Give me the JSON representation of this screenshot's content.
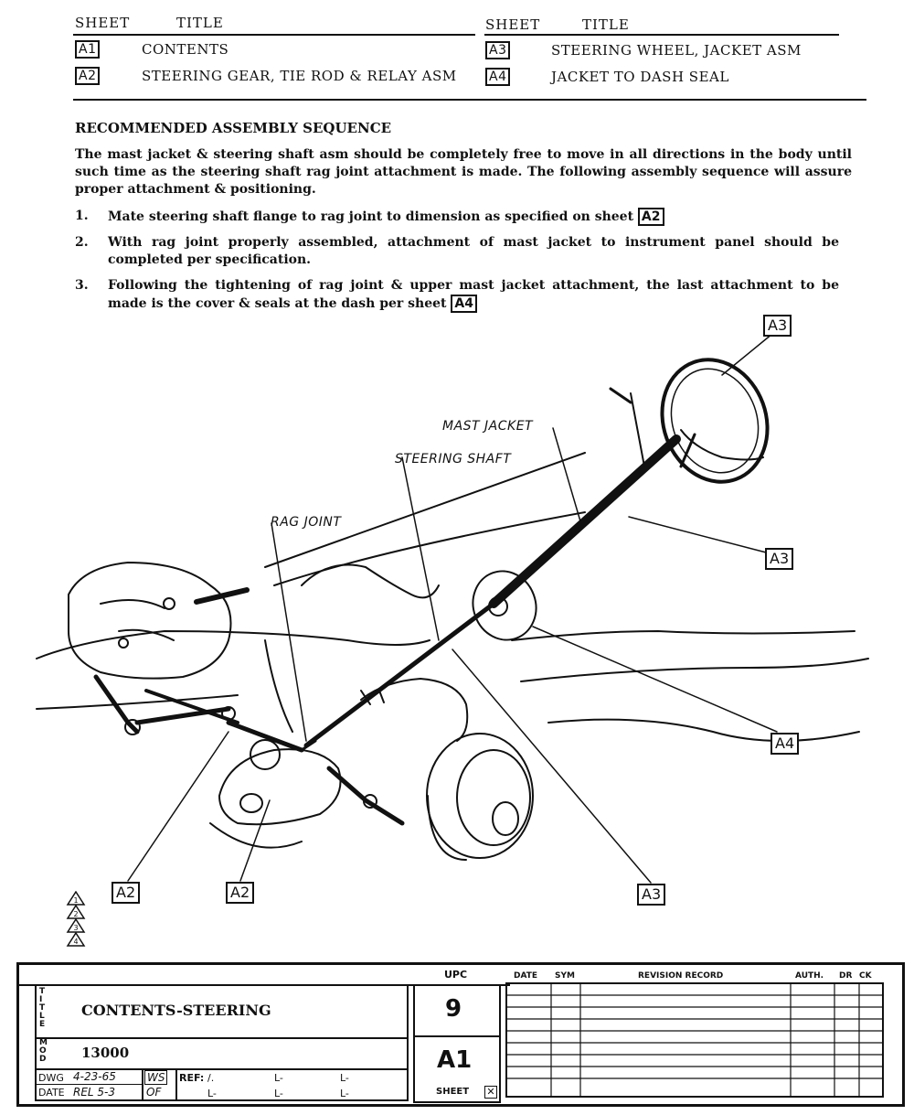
{
  "header": {
    "col_sheet": "SHEET",
    "col_title": "TITLE",
    "left_rows": [
      {
        "sheet": "A1",
        "title": "CONTENTS"
      },
      {
        "sheet": "A2",
        "title": "STEERING GEAR, TIE ROD & RELAY ASM"
      }
    ],
    "right_rows": [
      {
        "sheet": "A3",
        "title": "STEERING WHEEL, JACKET ASM"
      },
      {
        "sheet": "A4",
        "title": "JACKET TO DASH SEAL"
      }
    ]
  },
  "sequence": {
    "heading": "RECOMMENDED ASSEMBLY SEQUENCE",
    "intro": "The mast jacket & steering shaft asm should be completely free to move in all directions in the body until such time as the steering shaft rag joint attachment is made. The following assembly sequence will assure proper attachment & positioning.",
    "steps": [
      {
        "num": "1.",
        "text": "Mate steering shaft flange to rag joint to dimension as specified on sheet",
        "ref": "A2"
      },
      {
        "num": "2.",
        "text": "With rag joint properly assembled, attachment of mast jacket to instrument panel should be completed per specification.",
        "ref": ""
      },
      {
        "num": "3.",
        "text": "Following the tightening of rag joint & upper mast jacket attachment, the last attachment to be made is the cover & seals at the dash per sheet",
        "ref": "A4"
      }
    ]
  },
  "diagram": {
    "labels": {
      "mast_jacket": "MAST JACKET",
      "steering_shaft": "STEERING SHAFT",
      "rag_joint": "RAG JOINT"
    },
    "callouts": {
      "wheel": "A3",
      "jacket": "A3",
      "seal": "A4",
      "gear_lower": "A3",
      "tie_rod": "A2",
      "gear": "A2"
    },
    "revision_marks": [
      "1",
      "2",
      "3",
      "4"
    ]
  },
  "title_block": {
    "upc_label": "UPC",
    "upc_value": "9",
    "sheet_value": "A1",
    "sheet_label": "SHEET",
    "title_label": "TITLE",
    "title_value": "CONTENTS-STEERING",
    "mod_label": "MOD",
    "mod_value": "13000",
    "dwg_label": "DWG",
    "dwg_value": "4-23-65",
    "dwg_initials": "WS",
    "date_label": "DATE",
    "date_value": "REL 5-3",
    "date_initials": "OF",
    "ref_label": "REF:",
    "ref_cells": [
      "/.",
      "L-",
      "L-",
      "L-",
      "L-",
      "L-"
    ],
    "revision_headers": {
      "date": "DATE",
      "sym": "SYM",
      "record": "REVISION RECORD",
      "auth": "AUTH.",
      "dr": "DR",
      "ck": "CK"
    }
  }
}
